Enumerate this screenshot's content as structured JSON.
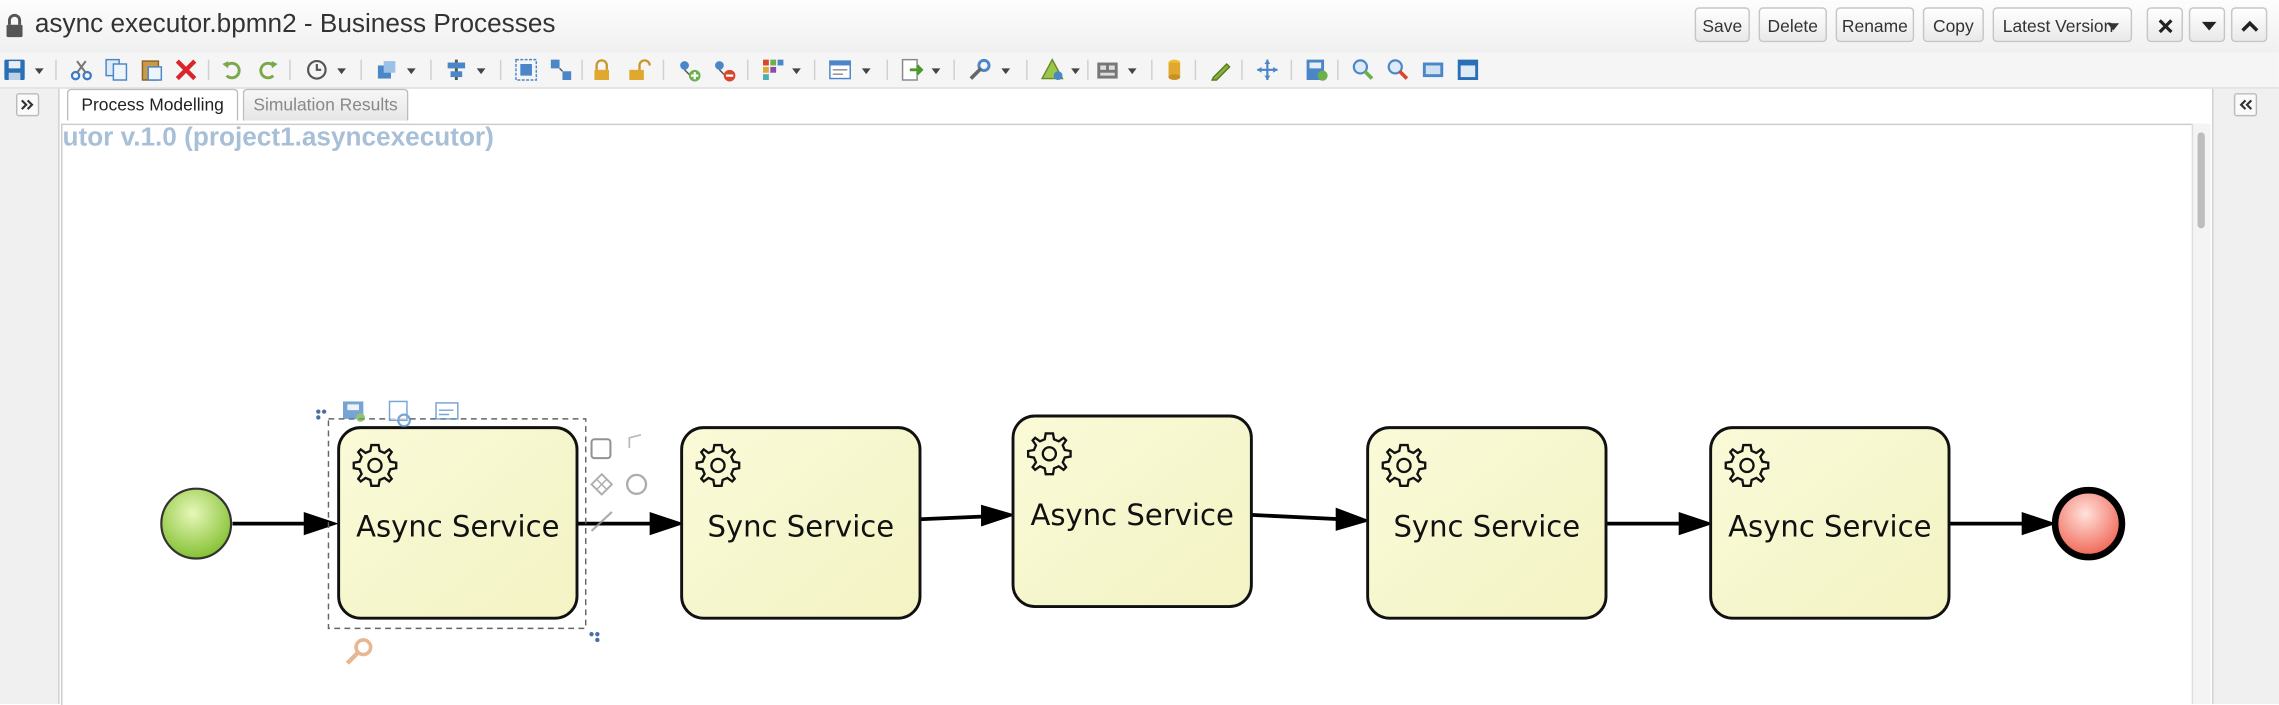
{
  "window": {
    "title": "async executor.bpmn2 - Business Processes",
    "buttons": {
      "save": "Save",
      "delete": "Delete",
      "rename": "Rename",
      "copy": "Copy",
      "version": "Latest Version"
    }
  },
  "toolbar": {
    "icons": [
      "save-icon",
      "cut-icon",
      "copy-icon",
      "paste-icon",
      "delete-icon",
      "undo-icon",
      "redo-icon",
      "history-icon",
      "shapes-icon",
      "align-icon",
      "group-icon",
      "ungroup-icon",
      "lock-icon",
      "unlock-icon",
      "add-node-icon",
      "remove-node-icon",
      "colors-icon",
      "properties-icon",
      "export-icon",
      "tools-icon",
      "validate-icon",
      "layout-icon",
      "database-icon",
      "pencil-icon",
      "move-icon",
      "save-view-icon",
      "zoom-in-icon",
      "zoom-out-icon",
      "zoom-fit-icon",
      "fullscreen-icon"
    ]
  },
  "tabs": {
    "process_modelling": "Process Modelling",
    "simulation_results": "Simulation Results",
    "active": "Process Modelling"
  },
  "canvas": {
    "diagram_title": "utor v.1.0 (project1.asyncexecutor)"
  },
  "process": {
    "nodes": [
      {
        "id": "start",
        "type": "start-event",
        "color": "#8cc63f"
      },
      {
        "id": "task1",
        "type": "service-task",
        "label": "Async Service",
        "selected": true
      },
      {
        "id": "task2",
        "type": "service-task",
        "label": "Sync Service"
      },
      {
        "id": "task3",
        "type": "service-task",
        "label": "Async Service"
      },
      {
        "id": "task4",
        "type": "service-task",
        "label": "Sync Service"
      },
      {
        "id": "task5",
        "type": "service-task",
        "label": "Async Service"
      },
      {
        "id": "end",
        "type": "end-event",
        "color": "#f26b5b"
      }
    ]
  },
  "colors": {
    "task_fill": "#f8f8d2",
    "start_fill": "#9bd24b",
    "end_fill": "#f4786a",
    "diagram_title": "#a8bfd8"
  }
}
